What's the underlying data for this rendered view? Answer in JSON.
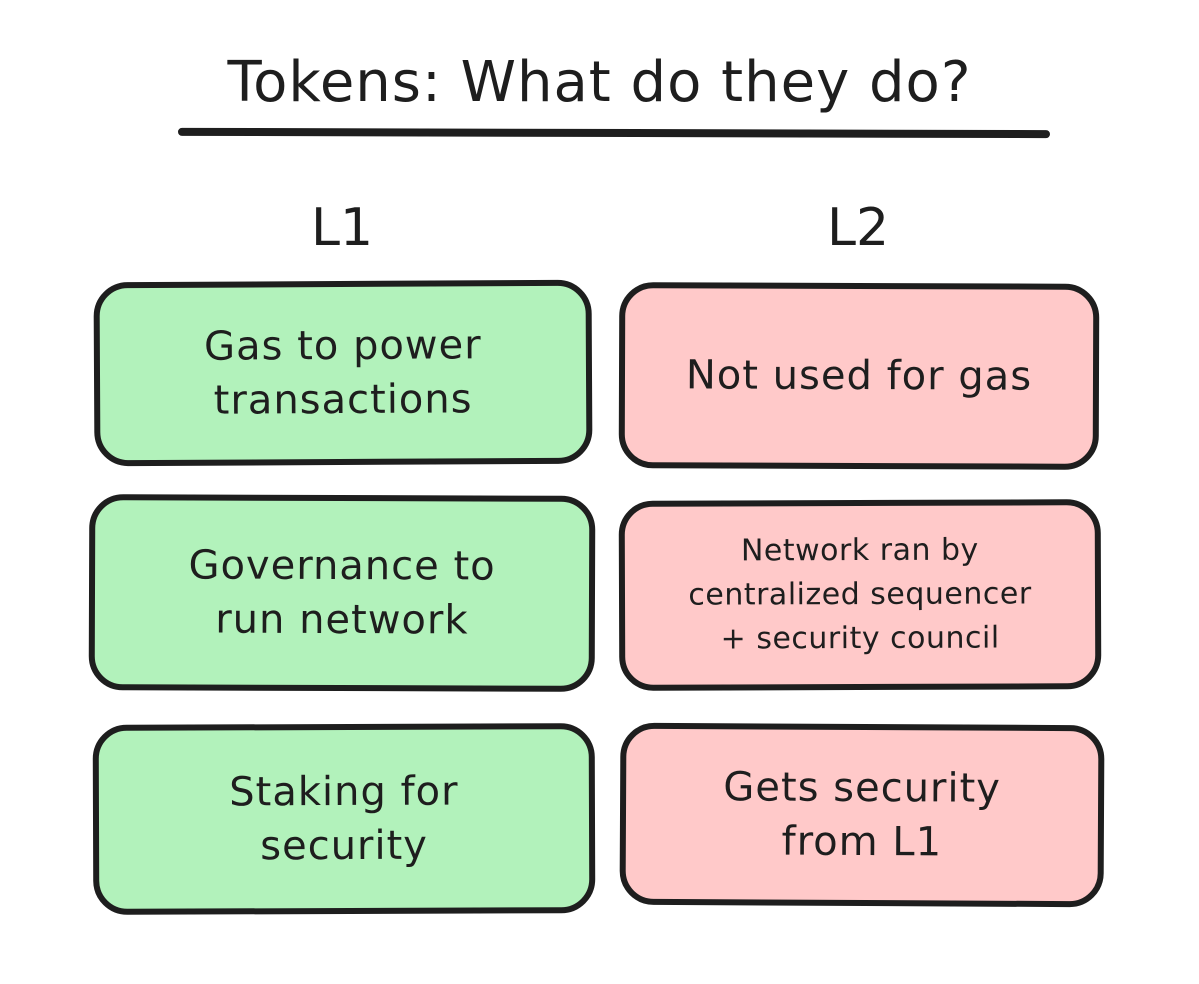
{
  "title": "Tokens: What do they do?",
  "columns": {
    "left": "L1",
    "right": "L2"
  },
  "rows": [
    {
      "l1": "Gas to power\ntransactions",
      "l2": "Not used for gas"
    },
    {
      "l1": "Governance to\nrun network",
      "l2": "Network ran by\ncentralized sequencer\n+ security council"
    },
    {
      "l1": "Staking for\nsecurity",
      "l2": "Gets security\nfrom L1"
    }
  ],
  "colors": {
    "l1_fill": "#b2f2bb",
    "l2_fill": "#ffc9c9",
    "stroke": "#1e1e1e",
    "background": "#ffffff"
  }
}
